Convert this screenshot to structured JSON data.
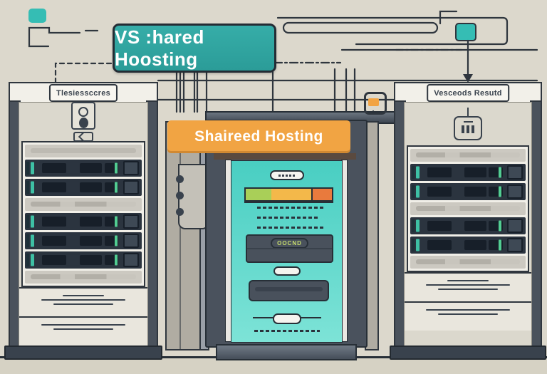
{
  "banners": {
    "vs_label": "VS :hared Hoosting",
    "shared_label": "Shaireed Hosting"
  },
  "racks": {
    "left_label": "Tlesiessccres",
    "right_label": "Vesceods Resutd"
  },
  "cabinet": {
    "button_label": "OOCND",
    "progress_segments": [
      {
        "color": "#A9CF58",
        "pct": 30
      },
      {
        "color": "#F3B84A",
        "pct": 47
      },
      {
        "color": "#E97A3D",
        "pct": 23
      }
    ]
  },
  "colors": {
    "background": "#DCD8CC",
    "outline": "#2F363E",
    "teal_banner": "#2FA7A2",
    "teal_square": "#35BDB4",
    "orange_banner": "#F1A443",
    "orange_icon": "#F2A444",
    "screen_teal": "#57D7CA",
    "accent_teal": "#3EC0A4",
    "led_green": "#52CD92",
    "panel_dark": "#4A525D",
    "server_dark": "#2B343F"
  }
}
